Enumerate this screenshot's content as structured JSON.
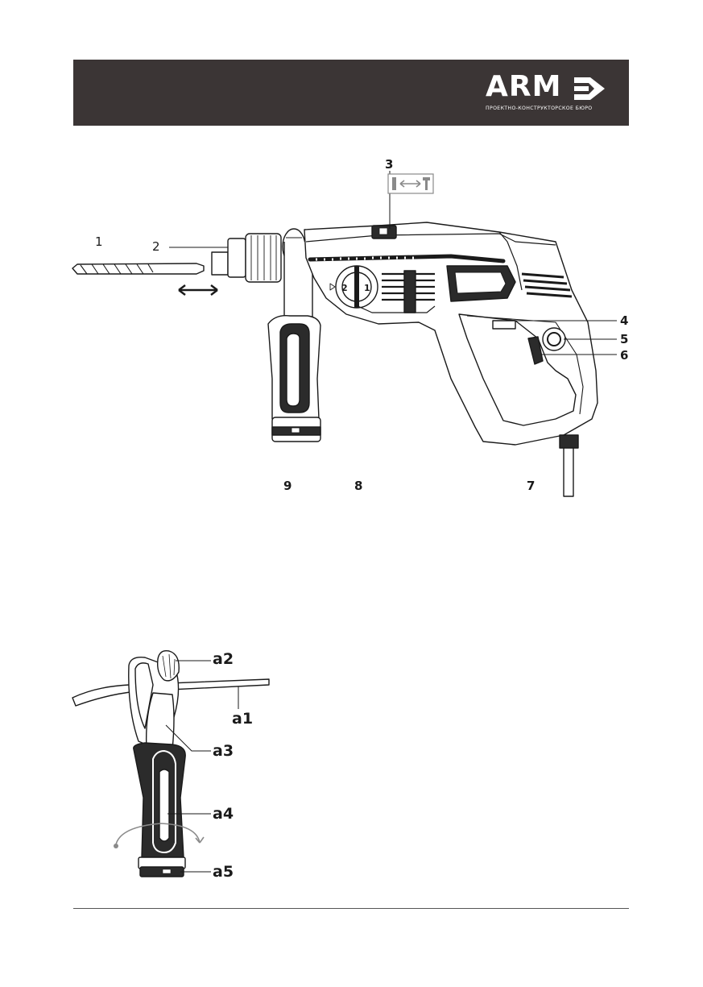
{
  "header": {
    "logo_text": "ARM",
    "logo_subtitle": "ПРОЕКТНО-КОНСТРУКТОРСКОЕ БЮРО"
  },
  "figure1": {
    "callouts": {
      "c1": "1",
      "c2": "2",
      "c3": "3",
      "c4": "4",
      "c5": "5",
      "c6": "6",
      "c7": "7",
      "c8": "8",
      "c9": "9"
    },
    "dial_numbers": {
      "d2": "2",
      "d1": "1"
    }
  },
  "figure2": {
    "callouts": {
      "a1": "a1",
      "a2": "a2",
      "a3": "a3",
      "a4": "a4",
      "a5": "a5"
    }
  },
  "colors": {
    "header_bg": "#3b3535",
    "logo_fg": "#ffffff",
    "arrow_gray": "#8a8a8a"
  }
}
